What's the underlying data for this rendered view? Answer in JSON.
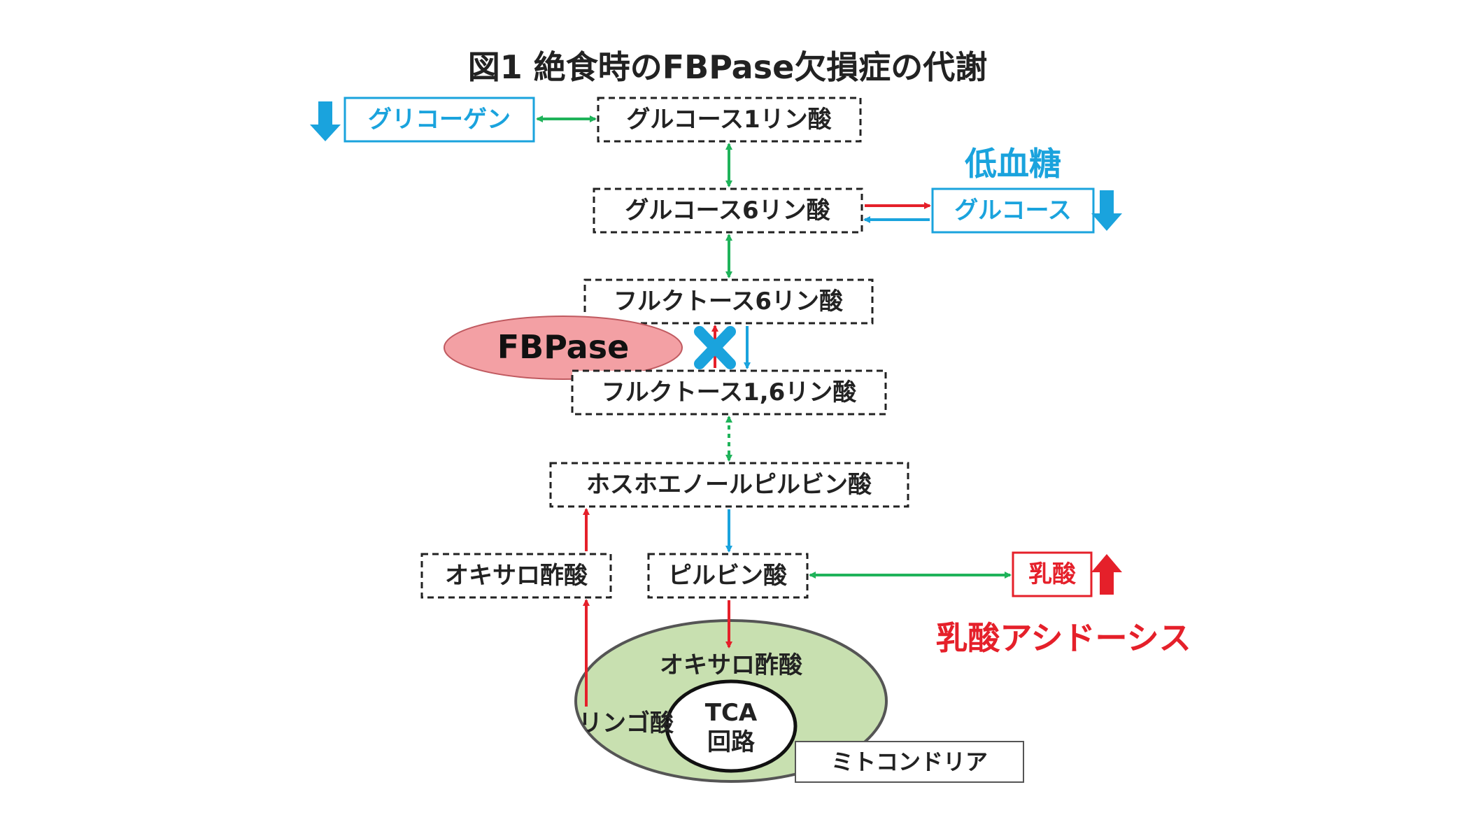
{
  "title": "図1 絶食時のFBPase欠損症の代謝",
  "nodes": {
    "glycogen": "グリコーゲン",
    "g1p": "グルコース1リン酸",
    "g6p": "グルコース6リン酸",
    "glucose": "グルコース",
    "f6p": "フルクトース6リン酸",
    "f16bp": "フルクトース1,6リン酸",
    "pep": "ホスホエノールピルビン酸",
    "oaa_cyto": "オキサロ酢酸",
    "pyruvate": "ピルビン酸",
    "lactate": "乳酸",
    "oaa_mito": "オキサロ酢酸",
    "malate": "リンゴ酸",
    "tca_line1": "TCA",
    "tca_line2": "回路",
    "mitochondria": "ミトコンドリア"
  },
  "labels": {
    "enzyme": "FBPase",
    "hypoglycemia": "低血糖",
    "lactic_acidosis": "乳酸アシドーシス"
  },
  "colors": {
    "blue": "#1aa3dd",
    "green": "#1fb35a",
    "red": "#e5202a",
    "mito_fill": "#c8e0b0",
    "enzyme_fill": "#f3a0a4",
    "dark": "#222222"
  }
}
